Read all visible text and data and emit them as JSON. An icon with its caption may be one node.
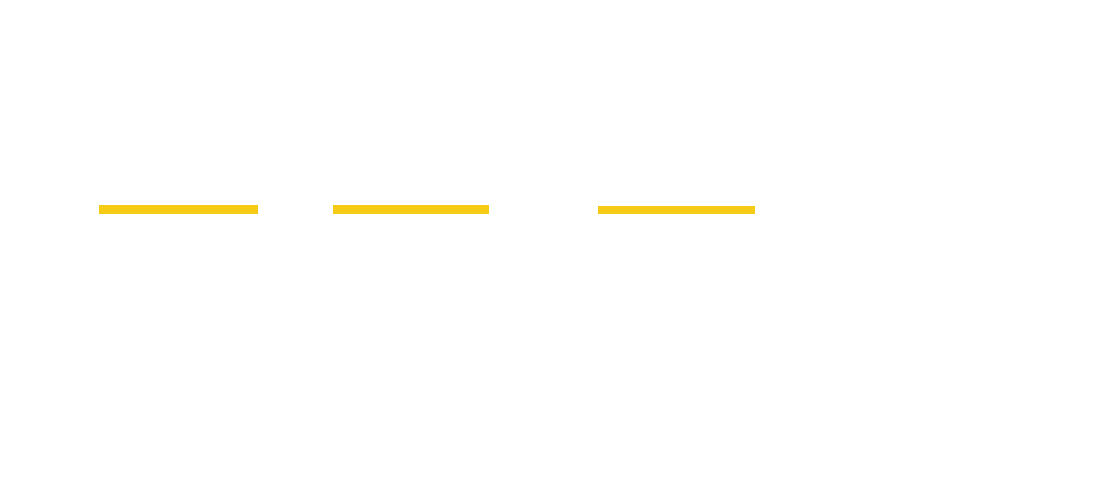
{
  "diagram": {
    "nodes": [
      {
        "text": [],
        "shape": "bar"
      },
      {
        "text": [],
        "shape": "bar"
      },
      {
        "text": [],
        "shape": "bar"
      }
    ]
  }
}
